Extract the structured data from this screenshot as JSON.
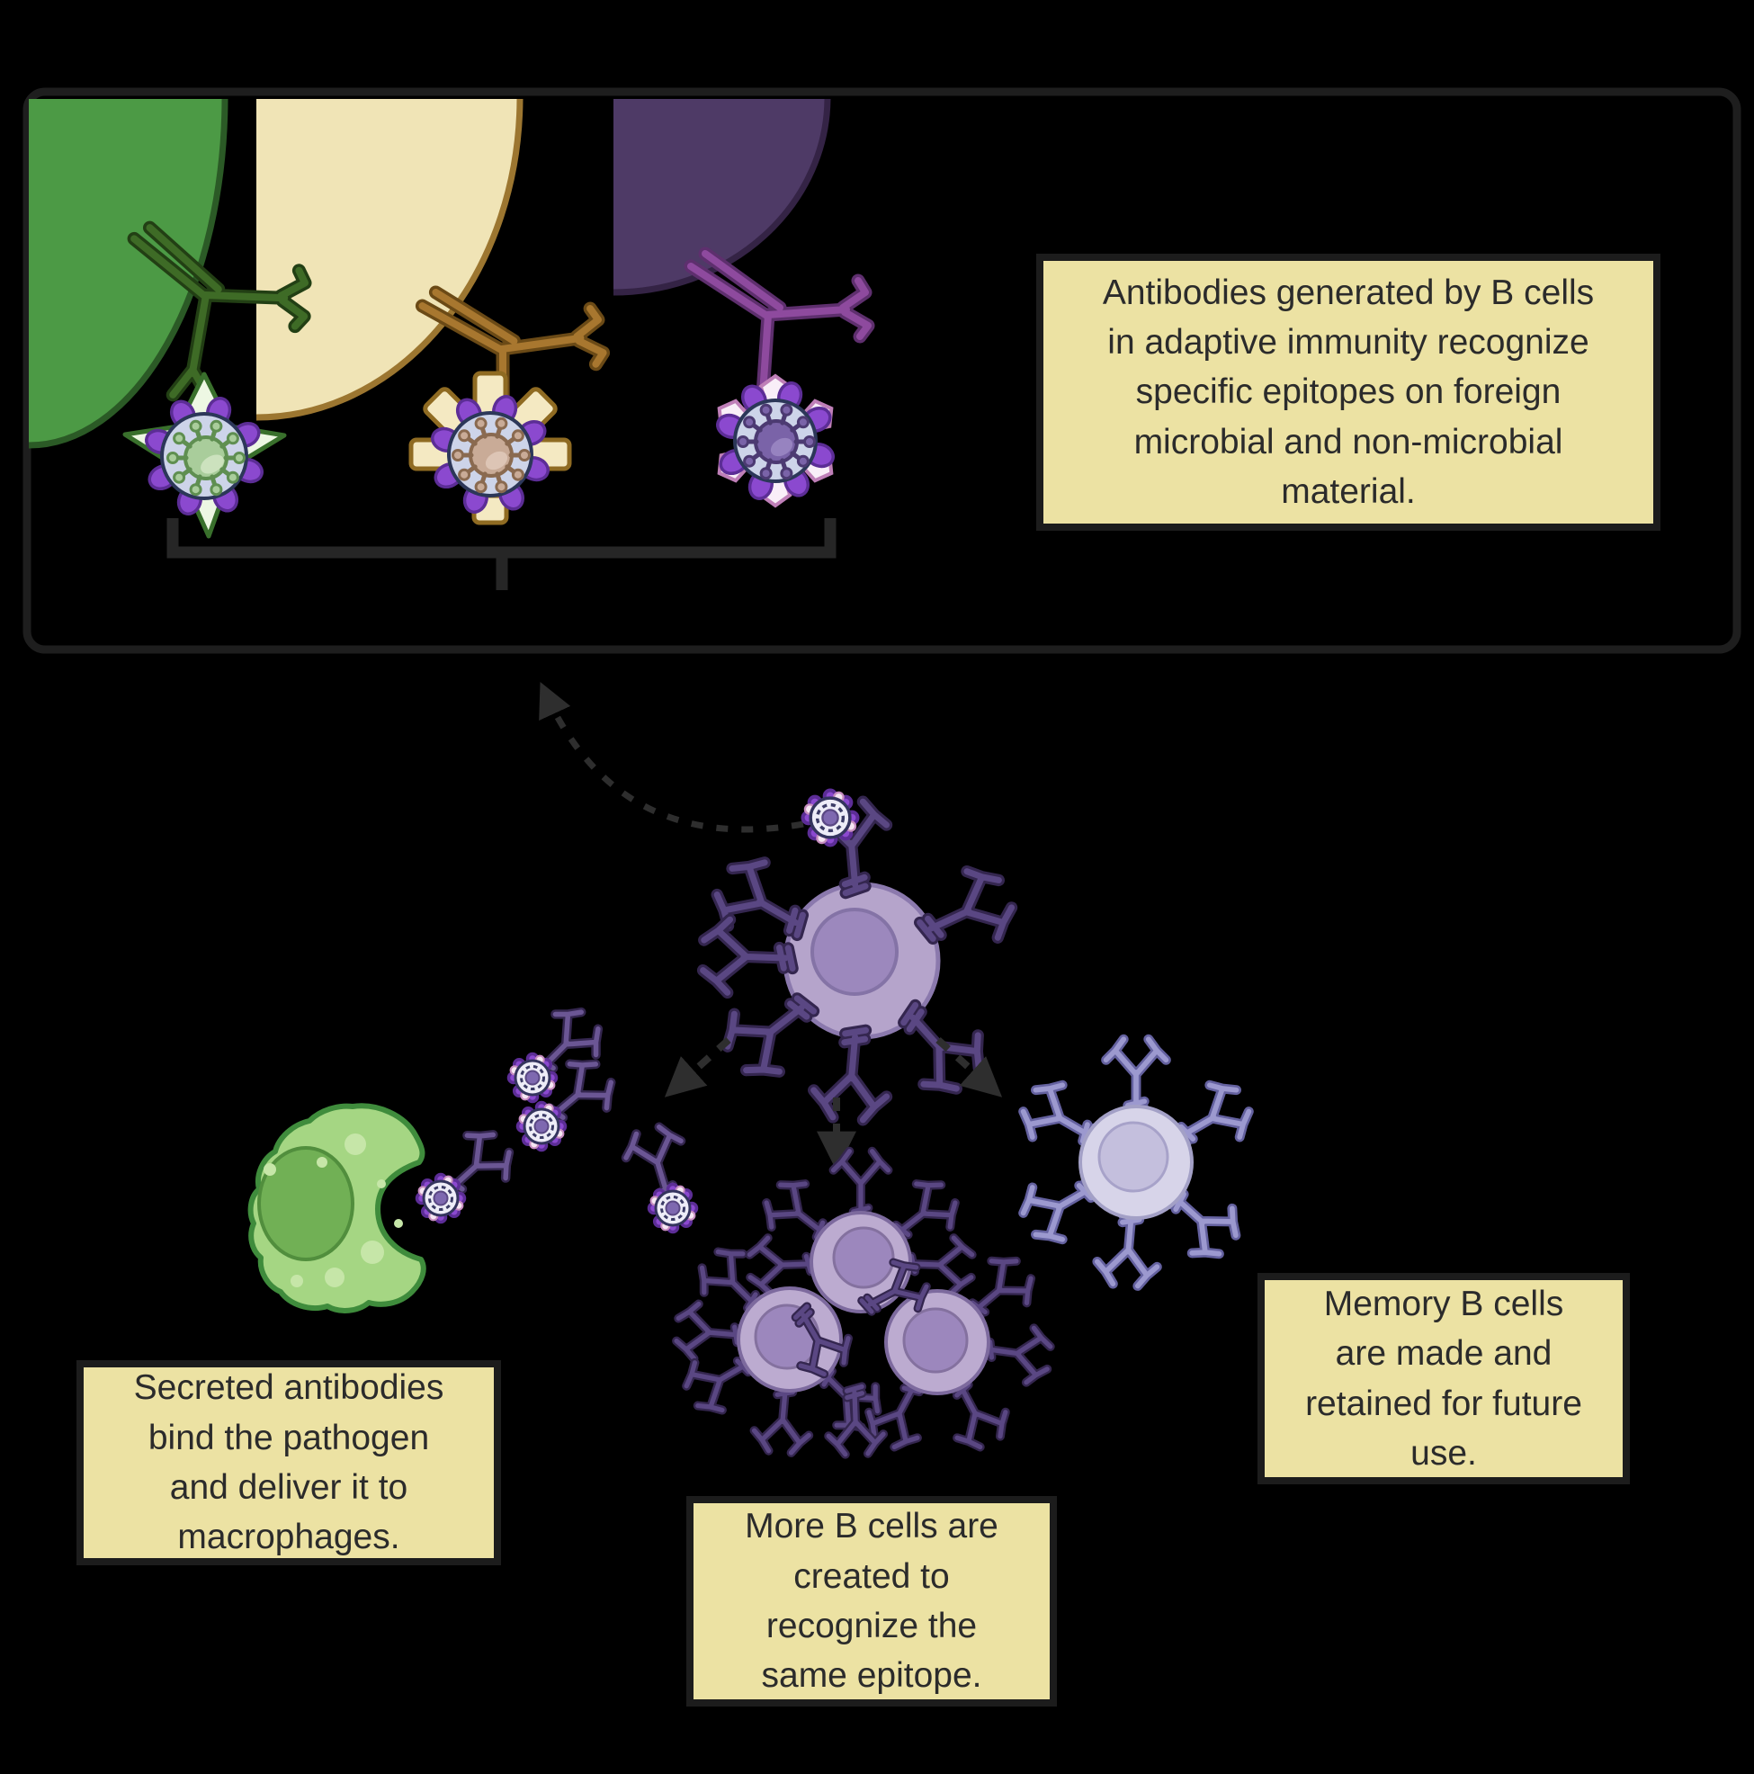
{
  "figure": {
    "title": "B cell antibody response diagram",
    "description_visible_text_only": true
  },
  "notes": {
    "panel": {
      "lines": [
        "Antibodies generated by B cells",
        "in adaptive immunity recognize",
        "specific epitopes on foreign",
        "microbial and non-microbial",
        "material."
      ]
    },
    "macrophage": {
      "lines": [
        "Secreted antibodies",
        "bind the pathogen",
        "and deliver it to",
        "macrophages."
      ]
    },
    "clones": {
      "lines": [
        "More B cells are",
        "created to",
        "recognize the",
        "same epitope."
      ]
    },
    "memory": {
      "lines": [
        "Memory B cells",
        "are made and",
        "retained for future",
        "use."
      ]
    }
  },
  "colors": {
    "bg": "#000000",
    "panel_border": "#1e1e1e",
    "note_bg": "#ece2a3",
    "note_border": "#1c1c1c",
    "note_text": "#2b2b2b",
    "bracket": "#262626",
    "arrow": "#2e2e2e",
    "cell_green": "#4c9a45",
    "cell_green_line": "#2b5a26",
    "cell_cream": "#f0e4b6",
    "cell_cream_line": "#9c7630",
    "cell_plum": "#4e3a66",
    "cell_plum_line": "#342345",
    "ab_green": "#3e6b26",
    "ab_green_dk": "#223f14",
    "ab_tan": "#a8772f",
    "ab_tan_dk": "#6b4a16",
    "ab_magenta": "#8e4a9e",
    "ab_magenta_dk": "#5e2f6e",
    "virus_shell": "#cdd4e9",
    "virus_shell_line": "#2c3759",
    "core_green": "#a9cd9b",
    "core_green_line": "#5f8f51",
    "core_tan": "#c9ab97",
    "core_tan_line": "#8a6a50",
    "core_plum": "#7a63a8",
    "core_plum_line": "#4c3a72",
    "knob": "#8b49cf",
    "knob_line": "#5c2d96",
    "star_fill": "#edf7e3",
    "star_line": "#39702c",
    "tag_cream": "#f4e9c2",
    "tag_cream_line": "#8f6b22",
    "pent_fill": "#f9eef8",
    "pent_line": "#bf7fb8",
    "bcell_body": "#b5a4cb",
    "bcell_line": "#8b79ad",
    "bcell_nuc": "#9c88bd",
    "bcell_nuc_line": "#8473a6",
    "rec_purple": "#5a4783",
    "rec_purple_dk": "#34264f",
    "mac_body": "#a5d683",
    "mac_line": "#3f8c3c",
    "mac_nuc": "#71b055",
    "mac_nuc_line": "#518e3d",
    "mac_spot": "#c6e6a8",
    "plasma_body": "#bcabd0",
    "plasma_line": "#7d6a9e",
    "plasma_nuc": "#9c87bd",
    "plasma_nuc_line": "#84719f",
    "mem_body": "#d7d4e9",
    "mem_line": "#a3a0c6",
    "mem_nuc": "#c4bfdd",
    "mem_nuc_line": "#a7a2c9",
    "rec_lav": "#9c99cf",
    "rec_lav_dk": "#64619f",
    "vs_shell": "#edecf7",
    "vs_line": "#34345e",
    "vs_ring": "#3b3b66",
    "vs_core": "#7e68b0",
    "vs_core_line": "#5a4884",
    "pink": "#f6e6f2",
    "pink_line": "#c78ec0"
  }
}
